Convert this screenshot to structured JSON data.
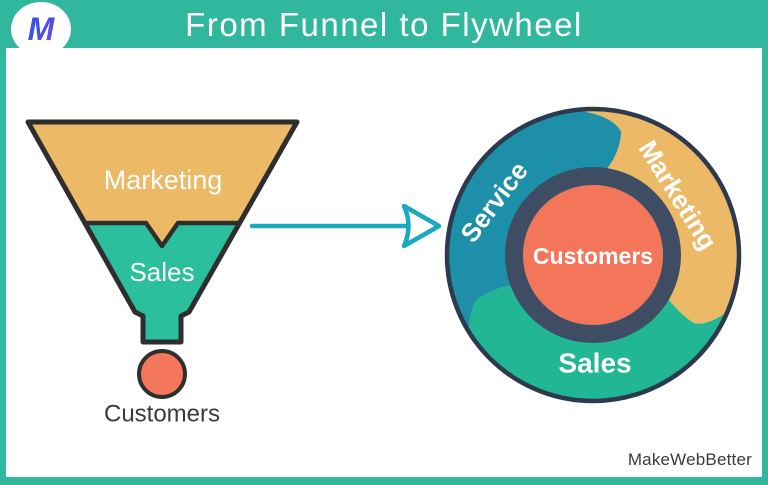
{
  "header": {
    "title": "From Funnel to Flywheel",
    "background": "#31b79d",
    "logo_monogram": "M"
  },
  "funnel": {
    "stages": [
      {
        "label": "Marketing",
        "color": "#ecba67"
      },
      {
        "label": "Sales",
        "color": "#2bbf9e"
      }
    ],
    "outlet": {
      "label": "Customers",
      "color": "#f4765b"
    },
    "outline_color": "#2e2e2e",
    "label_color": "#ffffff",
    "caption_color": "#3a3a3a"
  },
  "arrow": {
    "color": "#19a9c0"
  },
  "flywheel": {
    "segments": [
      {
        "label": "Service",
        "color": "#1d8fa8"
      },
      {
        "label": "Marketing",
        "color": "#ecba67"
      },
      {
        "label": "Sales",
        "color": "#22b794"
      }
    ],
    "hub": {
      "label": "Customers",
      "fill": "#f3765b",
      "ring_color": "#3e4d63"
    },
    "outline_color": "#2c3a4e",
    "label_color": "#ffffff"
  },
  "footer": {
    "brand": "MakeWebBetter"
  }
}
